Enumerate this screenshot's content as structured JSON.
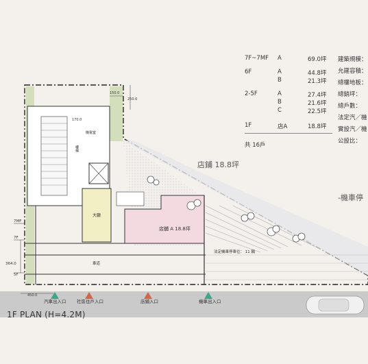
{
  "title": "1F PLAN (H=4.2M)",
  "unit_table": {
    "rows": [
      {
        "floor": "7F~7MF",
        "unit": "A",
        "area": "69.0坪"
      },
      {
        "floor": "6F",
        "unit": "A",
        "area": "44.8坪"
      },
      {
        "floor": "",
        "unit": "B",
        "area": "21.3坪"
      },
      {
        "floor": "2-5F",
        "unit": "A",
        "area": "27.4坪"
      },
      {
        "floor": "",
        "unit": "B",
        "area": "21.6坪"
      },
      {
        "floor": "",
        "unit": "C",
        "area": "22.5坪"
      },
      {
        "floor": "1F",
        "unit": "店A",
        "area": "18.8坪"
      }
    ],
    "total": "共 16戶"
  },
  "site_info": [
    "建築規模：",
    "允建容積：",
    "總樓地板：",
    "總銷坪：",
    "總戶數：",
    "法定汽／機",
    "實設汽／機",
    "公設比："
  ],
  "labels": {
    "shop_big": "店鋪 18.8坪",
    "moto_parking": "-機車停",
    "shop_small": "店舖 A 18.8坪",
    "lobby": "大廳",
    "moto_count": "法定機車停車位： 11 輛",
    "driveway": "車道",
    "stair_note": "樓梯",
    "elev_note": "機電室"
  },
  "dims": {
    "top": "150.0",
    "side": "250.0",
    "inner": "170.0",
    "left_1": "7MF",
    "left_2": "7F",
    "left_3": "364.0",
    "left_4": "5F",
    "bottom": "450.0"
  },
  "entrances": [
    {
      "label": "汽車出入口",
      "color": "#3aa68a"
    },
    {
      "label": "社區住戶入口",
      "color": "#d2654a"
    },
    {
      "label": "店鋪入口",
      "color": "#d2654a"
    },
    {
      "label": "機車出入口",
      "color": "#3aa68a"
    }
  ],
  "colors": {
    "shop_fill": "#f3d9e0",
    "lobby_fill": "#f2efc4",
    "green_strip": "#cfdcb8",
    "road": "#c9c9c9"
  }
}
